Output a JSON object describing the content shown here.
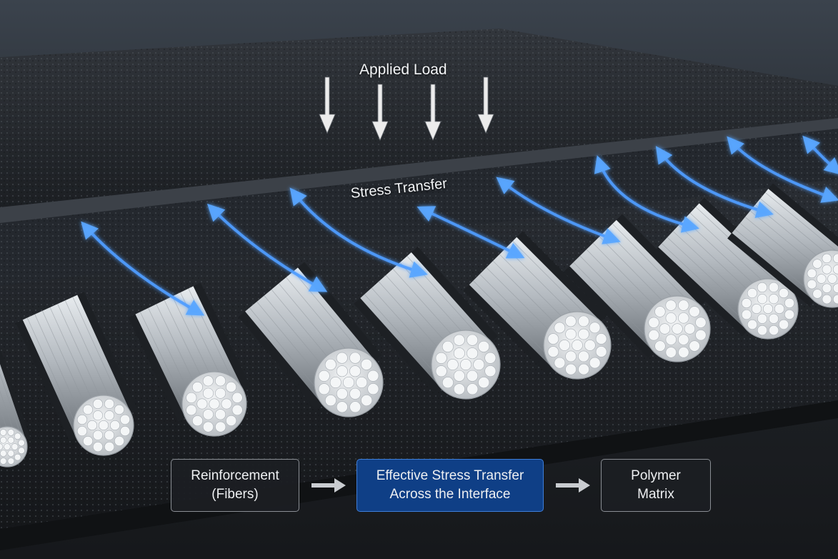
{
  "labels": {
    "applied_load": "Applied Load",
    "stress_transfer": "Stress Transfer"
  },
  "flow": {
    "reinforcement": {
      "line1": "Reinforcement",
      "line2": "(Fibers)"
    },
    "interface": {
      "line1": "Effective Stress Transfer",
      "line2": "Across the Interface"
    },
    "matrix": {
      "line1": "Polymer",
      "line2": "Matrix"
    }
  },
  "colors": {
    "background": "#1a1c20",
    "laminate": "#25282d",
    "fiber": "#c3c8cd",
    "stress_arrow": "#4f9dff",
    "load_arrow": "#ececec",
    "interface_box": "#0f3f86"
  },
  "icons": {
    "load_arrow": "arrow-down-icon",
    "flow_arrow": "arrow-right-icon",
    "stress_arrow": "double-arrow-icon"
  }
}
